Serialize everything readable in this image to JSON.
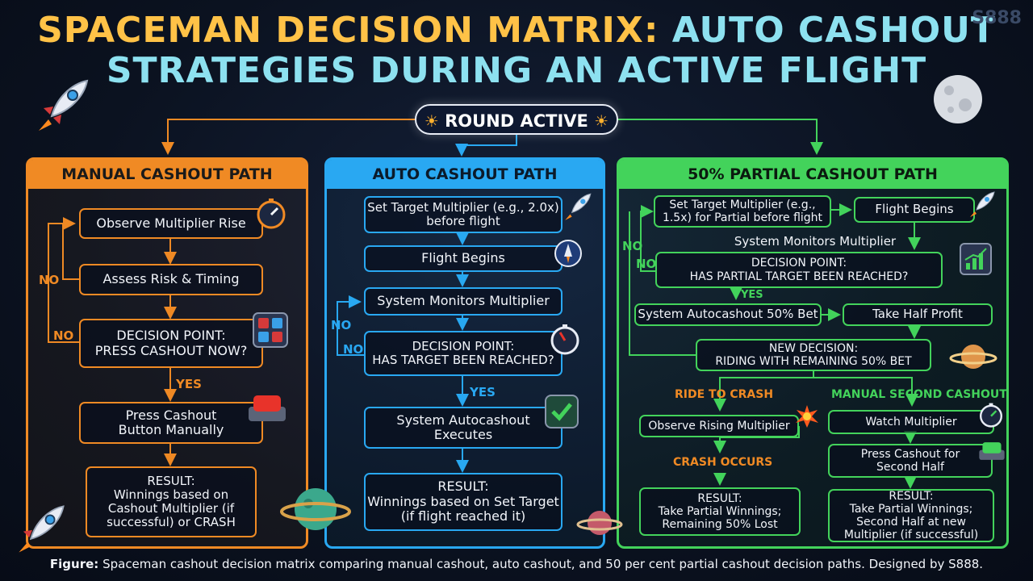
{
  "header": {
    "title_part1": "SPACEMAN DECISION MATRIX:",
    "title_part2": "AUTO CASHOUT",
    "title_line2": "STRATEGIES DURING AN ACTIVE FLIGHT",
    "watermark": "S888"
  },
  "round": {
    "label": "ROUND ACTIVE"
  },
  "manual": {
    "title": "MANUAL CASHOUT PATH",
    "observe": "Observe Multiplier Rise",
    "assess": "Assess Risk & Timing",
    "decision_l1": "DECISION POINT:",
    "decision_l2": "PRESS CASHOUT NOW?",
    "no1": "NO",
    "no2": "NO",
    "yes": "YES",
    "press_l1": "Press Cashout",
    "press_l2": "Button Manually",
    "result_l1": "RESULT:",
    "result_l2": "Winnings based on",
    "result_l3": "Cashout Multiplier (if",
    "result_l4": "successful) or CRASH"
  },
  "auto": {
    "title": "AUTO CASHOUT PATH",
    "set_l1": "Set Target Multiplier (e.g., 2.0x)",
    "set_l2": "before flight",
    "flight": "Flight Begins",
    "monitor": "System Monitors Multiplier",
    "decision_l1": "DECISION POINT:",
    "decision_l2": "HAS TARGET BEEN REACHED?",
    "no1": "NO",
    "no2": "NO",
    "yes": "YES",
    "exec_l1": "System Autocashout",
    "exec_l2": "Executes",
    "result_l1": "RESULT:",
    "result_l2": "Winnings based on Set Target",
    "result_l3": "(if flight reached it)"
  },
  "partial": {
    "title": "50% PARTIAL CASHOUT PATH",
    "set_l1": "Set Target Multiplier (e.g.,",
    "set_l2": "1.5x) for Partial before flight",
    "flight": "Flight Begins",
    "monitor": "System Monitors Multiplier",
    "no1": "NO",
    "no2": "NO",
    "decision_l1": "DECISION POINT:",
    "decision_l2": "HAS PARTIAL TARGET BEEN REACHED?",
    "yes": "YES",
    "auto50": "System Autocashout 50% Bet",
    "half": "Take Half Profit",
    "new_l1": "NEW DECISION:",
    "new_l2": "RIDING WITH REMAINING 50% BET",
    "ride": "RIDE TO CRASH",
    "manual2": "MANUAL SECOND CASHOUT",
    "observe": "Observe Rising Multiplier",
    "watch": "Watch Multiplier",
    "crash": "CRASH OCCURS",
    "press_l1": "Press Cashout for",
    "press_l2": "Second Half",
    "res1_l1": "RESULT:",
    "res1_l2": "Take Partial Winnings;",
    "res1_l3": "Remaining 50% Lost",
    "res2_l1": "RESULT:",
    "res2_l2": "Take Partial Winnings;",
    "res2_l3": "Second Half at new",
    "res2_l4": "Multiplier (if successful)"
  },
  "caption": {
    "prefix": "Figure:",
    "text": "Spaceman cashout decision matrix comparing manual cashout, auto cashout, and 50 per cent partial cashout decision paths. Designed by S888."
  },
  "colors": {
    "orange": "#f08a24",
    "blue": "#29a8f2",
    "green": "#43d35b",
    "gold": "#ffc247",
    "cyan": "#8de1f0"
  },
  "icons": [
    "rocket-icon",
    "moon-icon",
    "sun-icon",
    "stopwatch-icon",
    "control-panel-icon",
    "red-button-icon",
    "planet-icon",
    "checkmark-icon",
    "growth-chart-icon",
    "explosion-icon",
    "green-button-icon"
  ]
}
